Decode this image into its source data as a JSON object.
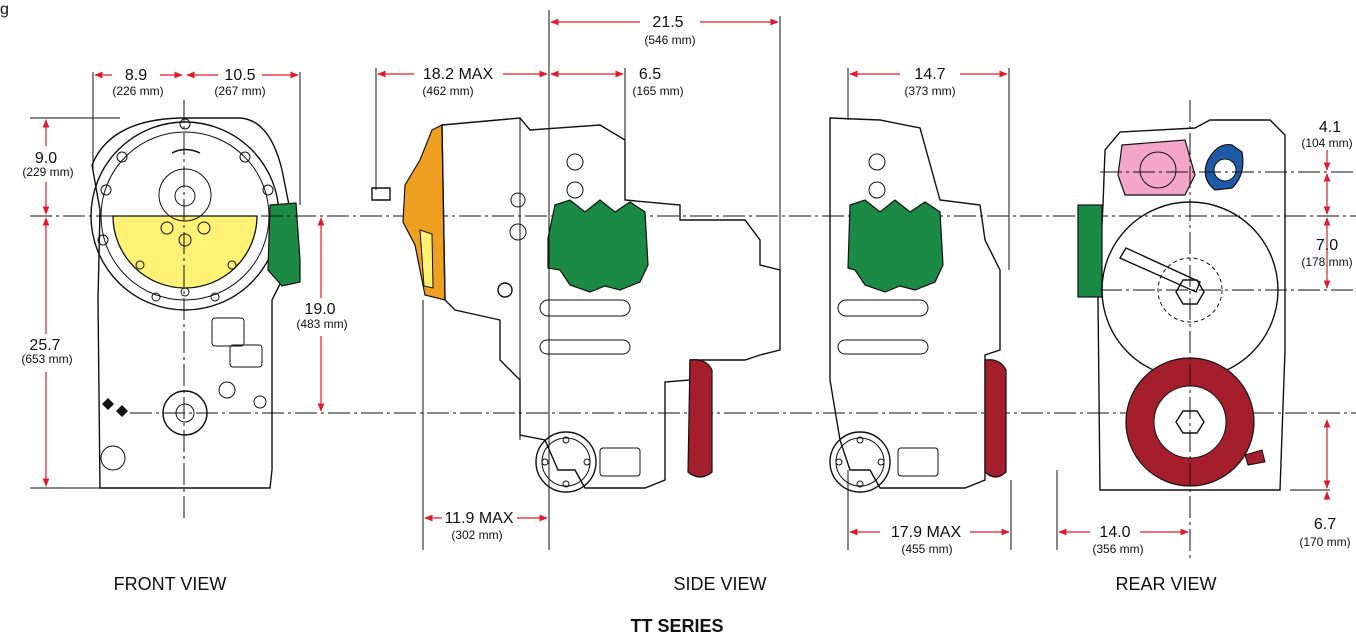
{
  "header_fragment": "g",
  "series_title": "TT SERIES",
  "views": {
    "front": "FRONT VIEW",
    "side": "SIDE VIEW",
    "rear": "REAR VIEW"
  },
  "dimensions": {
    "d8_9": {
      "value": "8.9",
      "mm": "(226 mm)"
    },
    "d10_5": {
      "value": "10.5",
      "mm": "(267 mm)"
    },
    "d9_0": {
      "value": "9.0",
      "mm": "(229 mm)"
    },
    "d25_7": {
      "value": "25.7",
      "mm": "(653 mm)"
    },
    "d19_0": {
      "value": "19.0",
      "mm": "(483 mm)"
    },
    "d18_2": {
      "value": "18.2 MAX",
      "mm": "(462 mm)"
    },
    "d21_5": {
      "value": "21.5",
      "mm": "(546 mm)"
    },
    "d6_5": {
      "value": "6.5",
      "mm": "(165 mm)"
    },
    "d11_9": {
      "value": "11.9 MAX",
      "mm": "(302 mm)"
    },
    "d14_7": {
      "value": "14.7",
      "mm": "(373 mm)"
    },
    "d17_9": {
      "value": "17.9 MAX",
      "mm": "(455 mm)"
    },
    "d4_1": {
      "value": "4.1",
      "mm": "(104 mm)"
    },
    "d7_0": {
      "value": "7.0",
      "mm": "(178 mm)"
    },
    "d14_0": {
      "value": "14.0",
      "mm": "(356 mm)"
    },
    "d6_7": {
      "value": "6.7",
      "mm": "(170 mm)"
    }
  },
  "colors": {
    "dimension_line": "#e21b2b",
    "pump_green": "#1a8a44",
    "pto_yellow": "#fff275",
    "converter_orange": "#f0a020",
    "flange_red": "#a41e2c",
    "pump_pink": "#f4a6c8",
    "pump_blue": "#1f5aa6",
    "outline": "#111111"
  }
}
